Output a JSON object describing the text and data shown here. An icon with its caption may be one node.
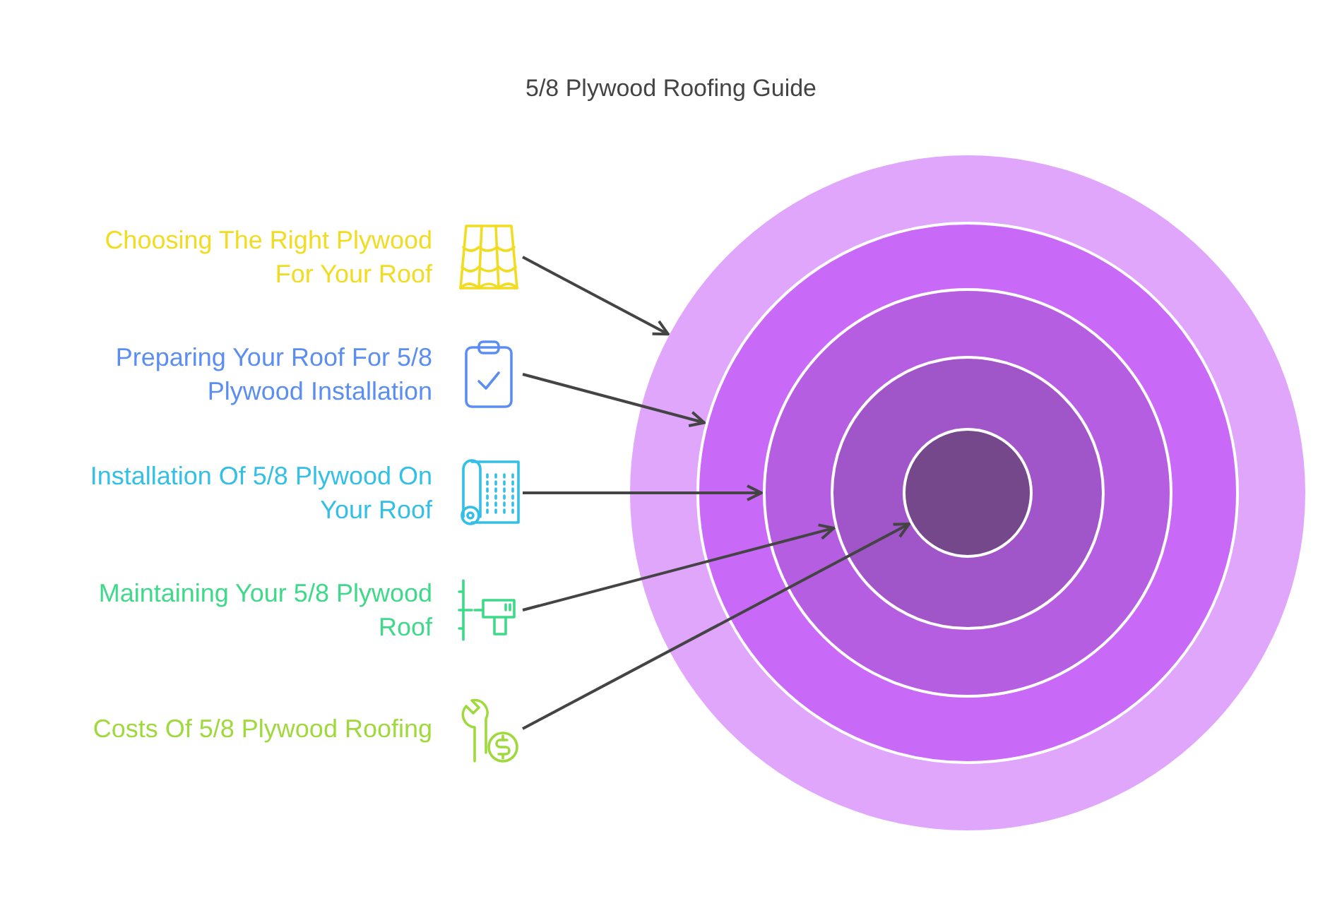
{
  "diagram": {
    "title": "5/8 Plywood Roofing Guide",
    "nodes": [
      {
        "text": [
          "Choosing The Right Plywood For Your Roof"
        ]
      },
      {
        "text": [
          "Preparing Your Roof For 5/8 Plywood Installation"
        ]
      },
      {
        "text": [
          "Installation Of 5/8 Plywood On Your Roof"
        ]
      },
      {
        "text": [
          "Maintaining Your 5/8 Plywood Roof"
        ]
      },
      {
        "text": [
          "Costs Of 5/8 Plywood Roofing"
        ]
      },
      {
        "text": [],
        "shape": "circle"
      },
      {
        "text": [],
        "shape": "circle",
        "in": 5
      },
      {
        "text": [],
        "shape": "circle",
        "in": 6
      },
      {
        "text": [],
        "shape": "circle",
        "in": 7
      },
      {
        "text": [],
        "shape": "circle",
        "in": 8
      }
    ],
    "edges": [
      {
        "from": 0,
        "to": 5,
        "arrow": "to"
      },
      {
        "from": 1,
        "to": 6,
        "arrow": "to"
      },
      {
        "from": 2,
        "to": 7,
        "arrow": "to"
      },
      {
        "from": 3,
        "to": 8,
        "arrow": "to"
      },
      {
        "from": 4,
        "to": 9,
        "arrow": "to"
      }
    ]
  }
}
